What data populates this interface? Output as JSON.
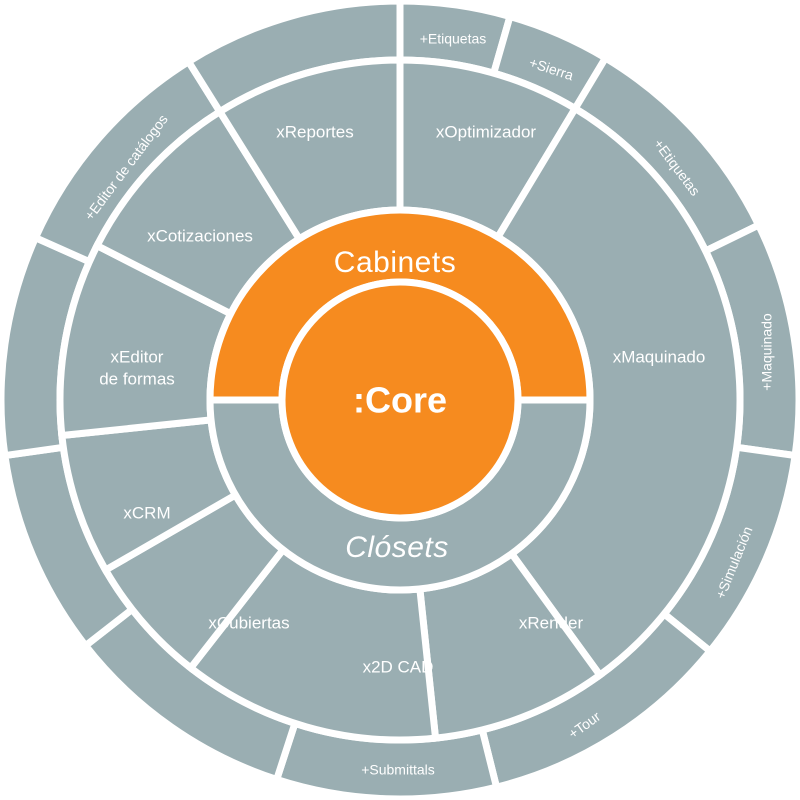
{
  "colors": {
    "gray": "#9aaeb2",
    "orange": "#f68b1f",
    "gap": "#ffffff"
  },
  "core": {
    "label": ":Core"
  },
  "rings": {
    "top": {
      "label": "Cabinets"
    },
    "bottom": {
      "label": "Clósets"
    }
  },
  "modules": {
    "reportes": "xReportes",
    "optimizador": "xOptimizador",
    "maquinado": "xMaquinado",
    "render": "xRender",
    "cad2d": "x2D CAD",
    "cubiertas": "xCubiertas",
    "crm": "xCRM",
    "editor_formas_1": "xEditor",
    "editor_formas_2": "de formas",
    "cotizaciones": "xCotizaciones"
  },
  "addons": {
    "etiquetas_top": "+Etiquetas",
    "sierra": "+Sierra",
    "etiquetas_right": "+Etiquetas",
    "maquinado": "+Maquinado",
    "simulacion": "+Simulación",
    "tour": "+Tour",
    "submittals": "+Submittals",
    "editor_catalogos": "+Editor de catálogos"
  }
}
